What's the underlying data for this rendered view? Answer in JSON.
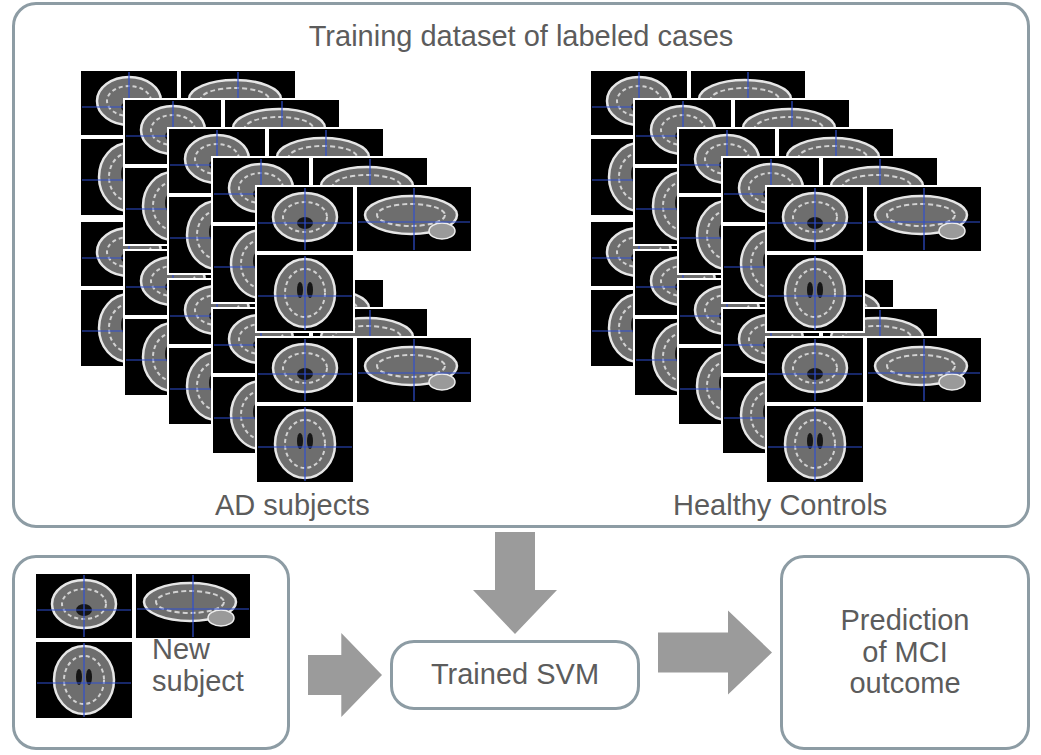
{
  "diagram": {
    "nodes": [
      {
        "text": [
          "Training dataset of labeled cases",
          "AD subjects",
          "Healthy Controls"
        ]
      },
      {
        "text": [
          "New subject"
        ]
      },
      {
        "text": [
          "Trained SVM"
        ]
      },
      {
        "text": [
          "Prediction of MCI outcome"
        ]
      }
    ],
    "edges": [
      {
        "from": 0,
        "to": 2,
        "arrow": "to"
      },
      {
        "from": 1,
        "to": 2,
        "arrow": "to"
      },
      {
        "from": 2,
        "to": 3,
        "arrow": "to"
      }
    ]
  }
}
